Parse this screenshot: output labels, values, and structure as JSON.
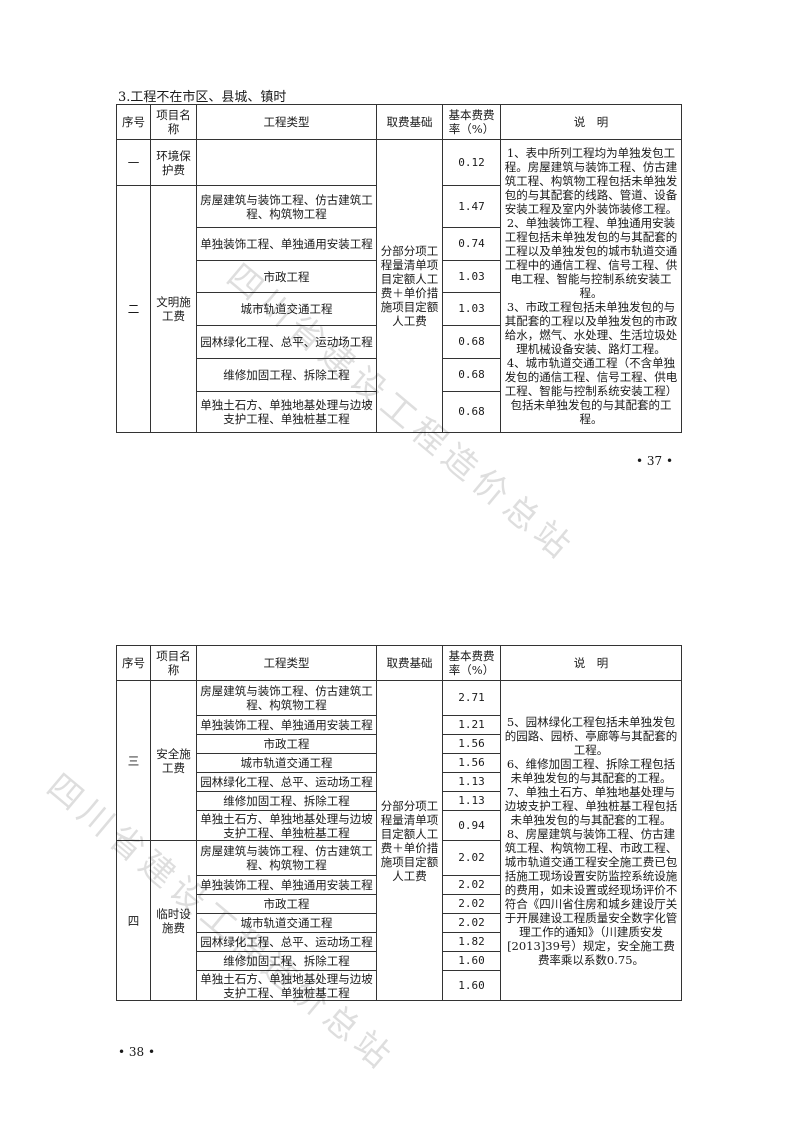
{
  "heading": "3.工程不在市区、县城、镇时",
  "page_top_number": "• 37 •",
  "page_bottom_number": "• 38 •",
  "watermark": "四川省建设工程造价总站",
  "headers": {
    "seq": "序号",
    "item": "项目名称",
    "type": "工程类型",
    "basis": "取费基础",
    "rate": "基本费费率（%）",
    "note": "说　明"
  },
  "table1": {
    "basis": "分部分项工程量清单项目定额人工费＋单价措施项目定额人工费",
    "note": "1、表中所列工程均为单独发包工程。房屋建筑与装饰工程、仿古建筑工程、构筑物工程包括未单独发包的与其配套的线路、管道、设备安装工程及室内外装饰装修工程。\n2、单独装饰工程、单独通用安装工程包括未单独发包的与其配套的工程以及单独发包的城市轨道交通工程中的通信工程、信号工程、供电工程、智能与控制系统安装工程。\n3、市政工程包括未单独发包的与其配套的工程以及单独发包的市政给水，燃气、水处理、生活垃圾处理机械设备安装、路灯工程。\n4、城市轨道交通工程（不含单独发包的通信工程、信号工程、供电工程、智能与控制系统安装工程）包括未单独发包的与其配套的工程。",
    "groups": [
      {
        "seq": "一",
        "name": "环境保护费",
        "rows": [
          {
            "type": "",
            "rate": "0.12"
          }
        ]
      },
      {
        "seq": "二",
        "name": "文明施工费",
        "rows": [
          {
            "type": "房屋建筑与装饰工程、仿古建筑工程、构筑物工程",
            "rate": "1.47"
          },
          {
            "type": "单独装饰工程、单独通用安装工程",
            "rate": "0.74"
          },
          {
            "type": "市政工程",
            "rate": "1.03"
          },
          {
            "type": "城市轨道交通工程",
            "rate": "1.03"
          },
          {
            "type": "园林绿化工程、总平、运动场工程",
            "rate": "0.68"
          },
          {
            "type": "维修加固工程、拆除工程",
            "rate": "0.68"
          },
          {
            "type": "单独土石方、单独地基处理与边坡支护工程、单独桩基工程",
            "rate": "0.68"
          }
        ]
      }
    ]
  },
  "table2": {
    "basis": "分部分项工程量清单项目定额人工费＋单价措施项目定额人工费",
    "note": "5、园林绿化工程包括未单独发包的园路、园桥、亭廊等与其配套的工程。\n6、维修加固工程、拆除工程包括未单独发包的与其配套的工程。\n7、单独土石方、单独地基处理与边坡支护工程、单独桩基工程包括未单独发包的与其配套的工程。\n8、房屋建筑与装饰工程、仿古建筑工程、构筑物工程、市政工程、城市轨道交通工程安全施工费已包括施工现场设置安防监控系统设施的费用，如未设置或经现场评价不符合《四川省住房和城乡建设厅关于开展建设工程质量安全数字化管理工作的通知》（川建质安发[2013]39号）规定，安全施工费费率乘以系数0.75。",
    "groups": [
      {
        "seq": "三",
        "name": "安全施工费",
        "rows": [
          {
            "type": "房屋建筑与装饰工程、仿古建筑工程、构筑物工程",
            "rate": "2.71"
          },
          {
            "type": "单独装饰工程、单独通用安装工程",
            "rate": "1.21"
          },
          {
            "type": "市政工程",
            "rate": "1.56"
          },
          {
            "type": "城市轨道交通工程",
            "rate": "1.56"
          },
          {
            "type": "园林绿化工程、总平、运动场工程",
            "rate": "1.13"
          },
          {
            "type": "维修加固工程、拆除工程",
            "rate": "1.13"
          },
          {
            "type": "单独土石方、单独地基处理与边坡支护工程、单独桩基工程",
            "rate": "0.94"
          }
        ]
      },
      {
        "seq": "四",
        "name": "临时设施费",
        "rows": [
          {
            "type": "房屋建筑与装饰工程、仿古建筑工程、构筑物工程",
            "rate": "2.02"
          },
          {
            "type": "单独装饰工程、单独通用安装工程",
            "rate": "2.02"
          },
          {
            "type": "市政工程",
            "rate": "2.02"
          },
          {
            "type": "城市轨道交通工程",
            "rate": "2.02"
          },
          {
            "type": "园林绿化工程、总平、运动场工程",
            "rate": "1.82"
          },
          {
            "type": "维修加固工程、拆除工程",
            "rate": "1.60"
          },
          {
            "type": "单独土石方、单独地基处理与边坡支护工程、单独桩基工程",
            "rate": "1.60"
          }
        ]
      }
    ]
  }
}
